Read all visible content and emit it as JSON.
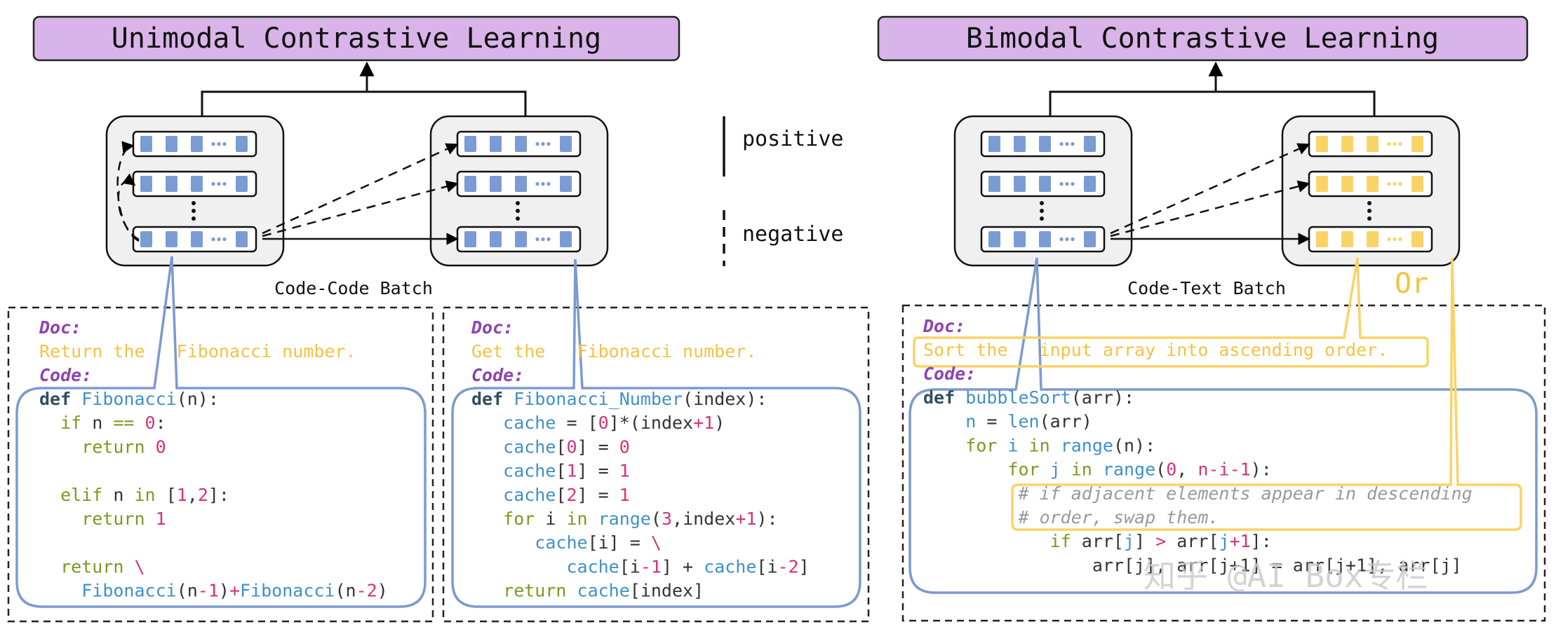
{
  "colors": {
    "header_fill": "#d9b4e8",
    "batch_fill": "#f0f0f0",
    "code_token": "#7b9bd4",
    "text_token": "#fad367",
    "code_border": "#7c9ad2",
    "doc_yellow": "#f5c242",
    "doc_purple": "#8e44ad",
    "kw": "#2f4f5f",
    "fn": "#3f91c9",
    "num": "#d4327c",
    "plain": "#333333",
    "green": "#7a9a22",
    "comment": "#999999"
  },
  "headers": {
    "unimodal": "Unimodal Contrastive Learning",
    "bimodal": "Bimodal Contrastive Learning"
  },
  "labels": {
    "code_code_batch": "Code-Code Batch",
    "code_text_batch": "Code-Text Batch",
    "or": "Or"
  },
  "legend": {
    "positive": "positive",
    "negative": "negative"
  },
  "panel1": {
    "doc_label": "Doc:",
    "doc_text": "Return the   Fibonacci number.",
    "code_label": "Code:",
    "lines": [
      [
        [
          "def ",
          "kw"
        ],
        [
          "Fibonacci",
          "fn"
        ],
        [
          "(n):",
          "plain"
        ]
      ],
      [
        [
          "  if ",
          "green"
        ],
        [
          "n ",
          "plain"
        ],
        [
          "== ",
          "green"
        ],
        [
          "0",
          "num"
        ],
        [
          ":",
          "plain"
        ]
      ],
      [
        [
          "    return ",
          "green"
        ],
        [
          "0",
          "num"
        ]
      ],
      [],
      [
        [
          "  elif ",
          "green"
        ],
        [
          "n ",
          "plain"
        ],
        [
          "in ",
          "green"
        ],
        [
          "[",
          "plain"
        ],
        [
          "1",
          "num"
        ],
        [
          ",",
          "plain"
        ],
        [
          "2",
          "num"
        ],
        [
          "]:",
          "plain"
        ]
      ],
      [
        [
          "    return ",
          "green"
        ],
        [
          "1",
          "num"
        ]
      ],
      [],
      [
        [
          "  return ",
          "green"
        ],
        [
          "\\",
          "num"
        ]
      ],
      [
        [
          "    ",
          "plain"
        ],
        [
          "Fibonacci",
          "fn"
        ],
        [
          "(n",
          "plain"
        ],
        [
          "-1",
          "num"
        ],
        [
          ")",
          "plain"
        ],
        [
          "+",
          "num"
        ],
        [
          "Fibonacci",
          "fn"
        ],
        [
          "(n",
          "plain"
        ],
        [
          "-2",
          "num"
        ],
        [
          ")",
          "plain"
        ]
      ]
    ]
  },
  "panel2": {
    "doc_label": "Doc:",
    "doc_text": "Get the   Fibonacci number.",
    "code_label": "Code:",
    "lines": [
      [
        [
          "def ",
          "kw"
        ],
        [
          "Fibonacci_Number",
          "fn"
        ],
        [
          "(index):",
          "plain"
        ]
      ],
      [
        [
          "   cache ",
          "fn"
        ],
        [
          "= [",
          "plain"
        ],
        [
          "0",
          "num"
        ],
        [
          "]*(index",
          "plain"
        ],
        [
          "+1",
          "num"
        ],
        [
          ")",
          "plain"
        ]
      ],
      [
        [
          "   cache",
          "fn"
        ],
        [
          "[",
          "plain"
        ],
        [
          "0",
          "num"
        ],
        [
          "] = ",
          "plain"
        ],
        [
          "0",
          "num"
        ]
      ],
      [
        [
          "   cache",
          "fn"
        ],
        [
          "[",
          "plain"
        ],
        [
          "1",
          "num"
        ],
        [
          "] = ",
          "plain"
        ],
        [
          "1",
          "num"
        ]
      ],
      [
        [
          "   cache",
          "fn"
        ],
        [
          "[",
          "plain"
        ],
        [
          "2",
          "num"
        ],
        [
          "] = ",
          "plain"
        ],
        [
          "1",
          "num"
        ]
      ],
      [
        [
          "   for ",
          "green"
        ],
        [
          "i ",
          "plain"
        ],
        [
          "in ",
          "green"
        ],
        [
          "range",
          "fn"
        ],
        [
          "(",
          "plain"
        ],
        [
          "3",
          "num"
        ],
        [
          ",index",
          "plain"
        ],
        [
          "+1",
          "num"
        ],
        [
          "):",
          "plain"
        ]
      ],
      [
        [
          "      cache",
          "fn"
        ],
        [
          "[i] = ",
          "plain"
        ],
        [
          "\\",
          "num"
        ]
      ],
      [
        [
          "         cache",
          "fn"
        ],
        [
          "[i",
          "plain"
        ],
        [
          "-1",
          "num"
        ],
        [
          "] + ",
          "plain"
        ],
        [
          "cache",
          "fn"
        ],
        [
          "[i",
          "plain"
        ],
        [
          "-2",
          "num"
        ],
        [
          "]",
          "plain"
        ]
      ],
      [
        [
          "   return ",
          "green"
        ],
        [
          "cache",
          "fn"
        ],
        [
          "[index]",
          "plain"
        ]
      ]
    ]
  },
  "panel3": {
    "doc_label": "Doc:",
    "doc_text": "Sort the   input array into ascending order.",
    "code_label": "Code:",
    "lines": [
      [
        [
          "def ",
          "kw"
        ],
        [
          "bubbleSort",
          "fn"
        ],
        [
          "(arr):",
          "plain"
        ]
      ],
      [
        [
          "    n ",
          "fn"
        ],
        [
          "= ",
          "plain"
        ],
        [
          "len",
          "fn"
        ],
        [
          "(arr)",
          "plain"
        ]
      ],
      [
        [
          "    for ",
          "green"
        ],
        [
          "i ",
          "fn"
        ],
        [
          "in ",
          "green"
        ],
        [
          "range",
          "fn"
        ],
        [
          "(n):",
          "plain"
        ]
      ],
      [
        [
          "        for ",
          "green"
        ],
        [
          "j ",
          "fn"
        ],
        [
          "in ",
          "green"
        ],
        [
          "range",
          "fn"
        ],
        [
          "(",
          "plain"
        ],
        [
          "0",
          "num"
        ],
        [
          ", ",
          "plain"
        ],
        [
          "n-i-1",
          "num"
        ],
        [
          "):",
          "plain"
        ]
      ],
      [
        [
          "         # if adjacent elements appear in descending",
          "comment"
        ]
      ],
      [
        [
          "         # order, swap them.",
          "comment"
        ]
      ],
      [
        [
          "            if ",
          "green"
        ],
        [
          "arr[",
          "plain"
        ],
        [
          "j",
          "fn"
        ],
        [
          "] ",
          "plain"
        ],
        [
          ">",
          "num"
        ],
        [
          " arr[",
          "plain"
        ],
        [
          "j",
          "fn"
        ],
        [
          "+1",
          "num"
        ],
        [
          "]:",
          "plain"
        ]
      ],
      [
        [
          "                arr[j], arr[j+1] = arr[j+1], arr[j]",
          "plain"
        ]
      ]
    ]
  },
  "watermark": "知乎 @AI Box专栏"
}
